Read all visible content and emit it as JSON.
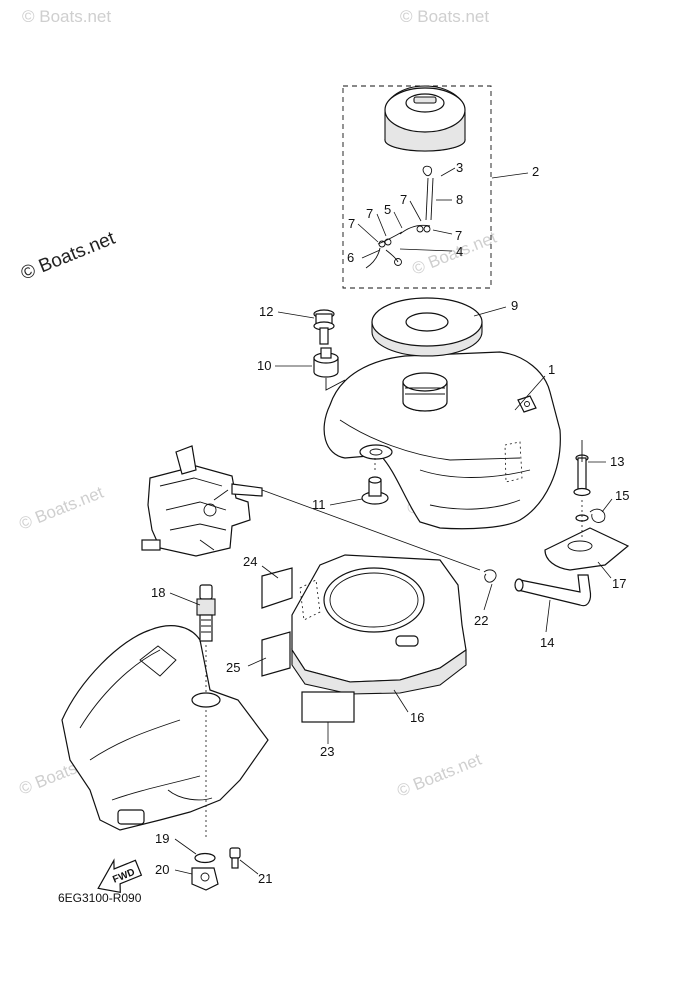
{
  "diagram": {
    "drawing_code": "6EG3100-R090",
    "fwd_label": "FWD",
    "watermark_main": "© Boats.net",
    "watermark_repeat": "© Boats.net",
    "callouts": {
      "c1": "1",
      "c2": "2",
      "c3": "3",
      "c4": "4",
      "c5": "5",
      "c6": "6",
      "c7a": "7",
      "c7b": "7",
      "c7c": "7",
      "c7d": "7",
      "c8": "8",
      "c9": "9",
      "c10": "10",
      "c11": "11",
      "c12": "12",
      "c13": "13",
      "c14": "14",
      "c15": "15",
      "c16": "16",
      "c17": "17",
      "c18": "18",
      "c19": "19",
      "c20": "20",
      "c21": "21",
      "c22": "22",
      "c23": "23",
      "c24": "24",
      "c25": "25"
    }
  }
}
